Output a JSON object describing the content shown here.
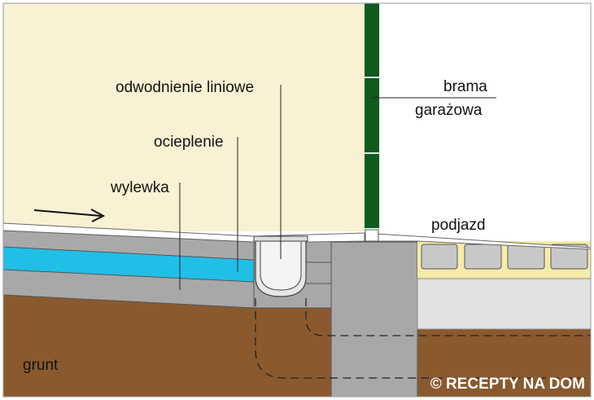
{
  "labels": {
    "drainage": "odwodnienie liniowe",
    "insulation": "ocieplenie",
    "screed": "wylewka",
    "gate_line1": "brama",
    "gate_line2": "garażowa",
    "driveway": "podjazd",
    "soil": "grunt"
  },
  "watermark": "© RECEPTY NA DOM",
  "colors": {
    "interior_wall": "#f9f1d3",
    "soil": "#8a5a2e",
    "concrete": "#a7a7a7",
    "insulation": "#21bfe6",
    "gate": "#0f5a1e",
    "paver": "#c8c8c8",
    "sand": "#f8eaa8"
  }
}
